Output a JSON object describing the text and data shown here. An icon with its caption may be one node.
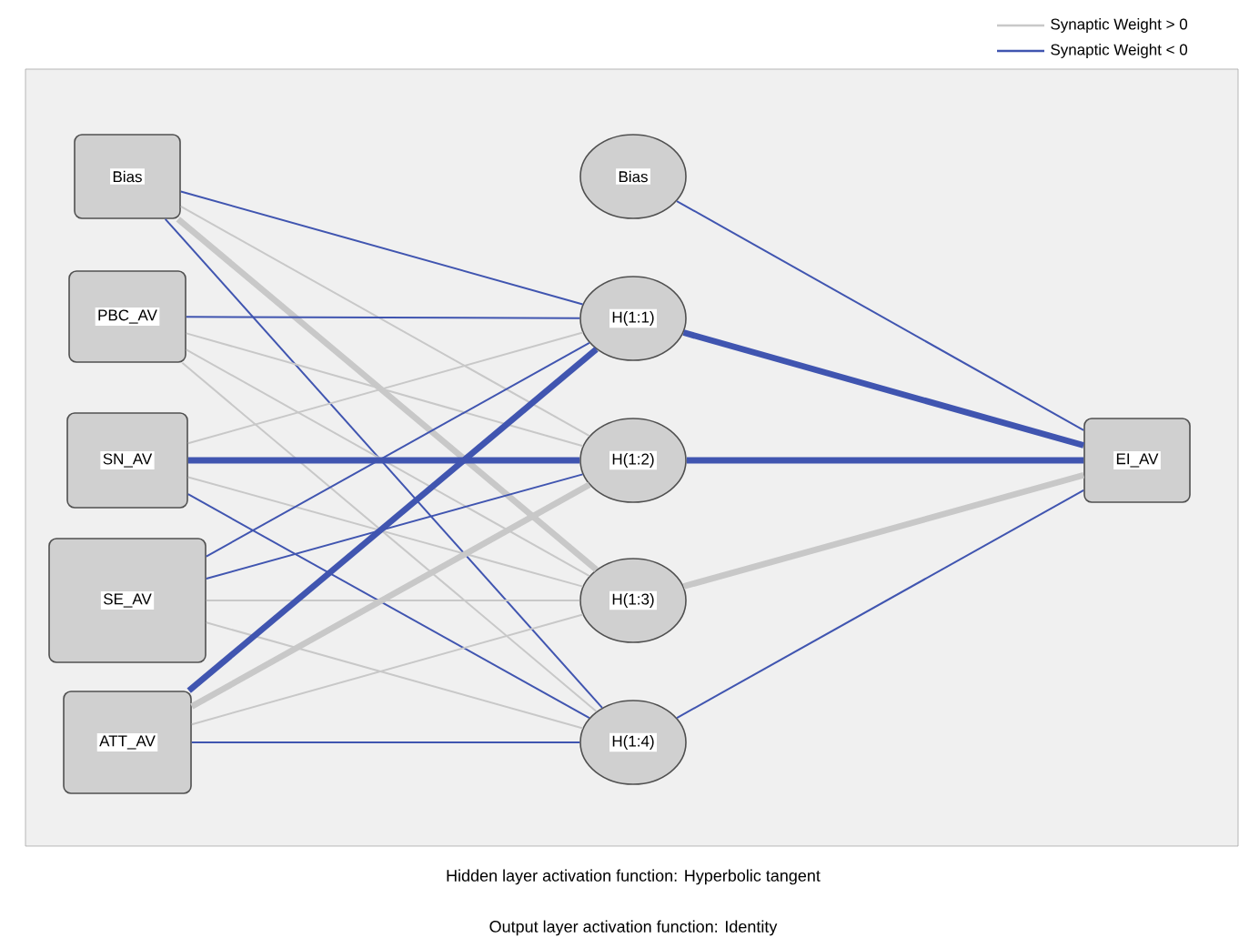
{
  "diagram": {
    "nodes": [
      {
        "text": [
          "Bias"
        ]
      },
      {
        "text": [
          "PBC_AV"
        ]
      },
      {
        "text": [
          "SN_AV"
        ]
      },
      {
        "text": [
          "SE_AV"
        ]
      },
      {
        "text": [
          "ATT_AV"
        ]
      },
      {
        "text": [
          "Bias"
        ]
      },
      {
        "text": [
          "H(1:1)"
        ]
      },
      {
        "text": [
          "H(1:2)"
        ]
      },
      {
        "text": [
          "H(1:3)"
        ]
      },
      {
        "text": [
          "H(1:4)"
        ]
      },
      {
        "text": [
          "EI_AV"
        ]
      }
    ],
    "edges": [
      {
        "from": 0,
        "to": 6,
        "arrow": "none"
      },
      {
        "from": 0,
        "to": 7,
        "arrow": "none",
        "color": "#c8c8c8"
      },
      {
        "from": 0,
        "to": 8,
        "arrow": "none",
        "color": "#c8c8c8",
        "style": "thick"
      },
      {
        "from": 0,
        "to": 9,
        "arrow": "none"
      },
      {
        "from": 1,
        "to": 6,
        "arrow": "none"
      },
      {
        "from": 1,
        "to": 7,
        "arrow": "none",
        "color": "#c8c8c8"
      },
      {
        "from": 1,
        "to": 8,
        "arrow": "none",
        "color": "#c8c8c8"
      },
      {
        "from": 1,
        "to": 9,
        "arrow": "none",
        "color": "#c8c8c8"
      },
      {
        "from": 2,
        "to": 6,
        "arrow": "none",
        "color": "#c8c8c8"
      },
      {
        "from": 2,
        "to": 7,
        "arrow": "none",
        "style": "thick"
      },
      {
        "from": 2,
        "to": 8,
        "arrow": "none",
        "color": "#c8c8c8"
      },
      {
        "from": 2,
        "to": 9,
        "arrow": "none"
      },
      {
        "from": 3,
        "to": 6,
        "arrow": "none"
      },
      {
        "from": 3,
        "to": 7,
        "arrow": "none"
      },
      {
        "from": 3,
        "to": 8,
        "arrow": "none",
        "color": "#c8c8c8"
      },
      {
        "from": 3,
        "to": 9,
        "arrow": "none",
        "color": "#c8c8c8"
      },
      {
        "from": 4,
        "to": 6,
        "arrow": "none",
        "style": "thick"
      },
      {
        "from": 4,
        "to": 7,
        "arrow": "none",
        "color": "#c8c8c8",
        "style": "thick"
      },
      {
        "from": 4,
        "to": 8,
        "arrow": "none",
        "color": "#c8c8c8"
      },
      {
        "from": 4,
        "to": 9,
        "arrow": "none"
      },
      {
        "from": 5,
        "to": 10,
        "arrow": "none"
      },
      {
        "from": 6,
        "to": 10,
        "arrow": "none",
        "style": "thick"
      },
      {
        "from": 7,
        "to": 10,
        "arrow": "none",
        "style": "thick"
      },
      {
        "from": 8,
        "to": 10,
        "arrow": "none",
        "color": "#c8c8c8",
        "style": "thick"
      },
      {
        "from": 9,
        "to": 10,
        "arrow": "none"
      }
    ],
    "labels": [
      "Hidden layer activation function: Hyperbolic tangent",
      "Output layer activation function: Identity"
    ],
    "legend": [
      {
        "text": "Synaptic Weight > 0"
      },
      {
        "text": "Synaptic Weight < 0"
      }
    ]
  }
}
